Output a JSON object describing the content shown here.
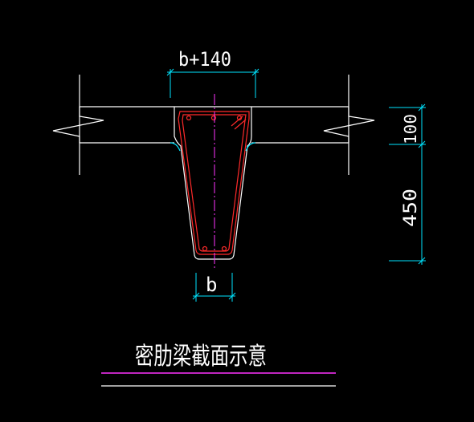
{
  "dimensions": {
    "top_width": "b+140",
    "bottom_width": "b",
    "slab_thickness": "100",
    "rib_height": "450"
  },
  "caption": "密肋梁截面示意",
  "colors": {
    "background": "#000000",
    "outline": "#ffffff",
    "dimension": "#00e5ff",
    "rebar": "#ff2a2a",
    "centerline": "#ff33ff",
    "caption_underline": "#ff33ff"
  }
}
